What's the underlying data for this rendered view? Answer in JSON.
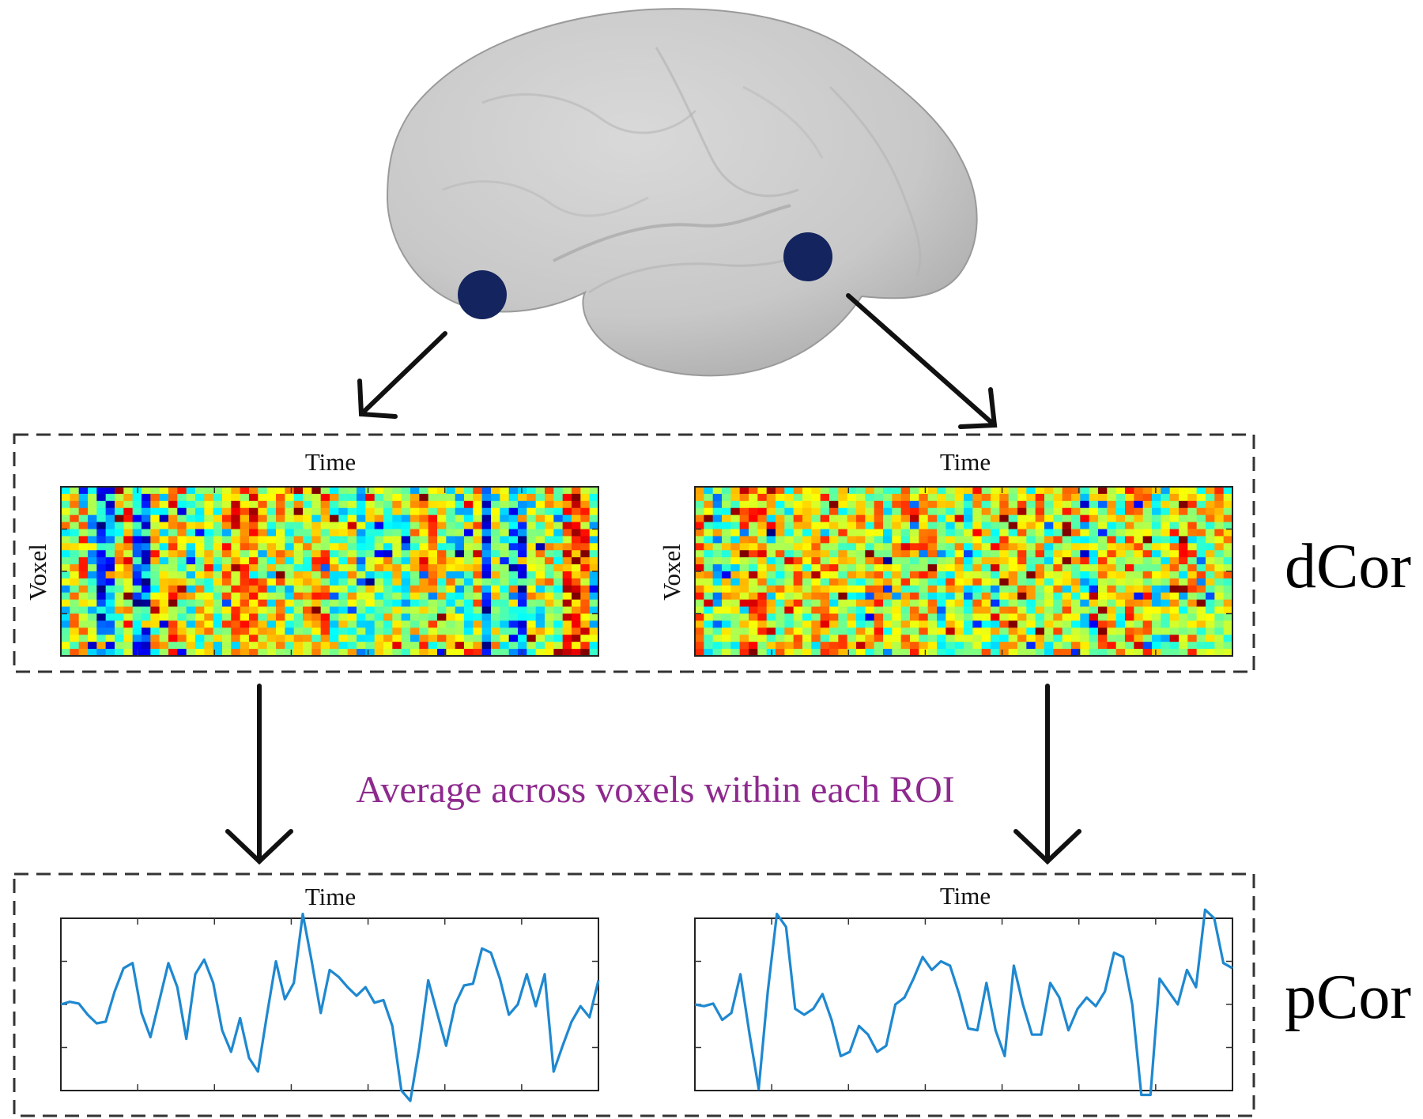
{
  "labels": {
    "time_label": "Time",
    "voxel_label": "Voxel",
    "dcor_label": "dCor",
    "pcor_label": "pCor",
    "average_caption": "Average across voxels within each ROI"
  },
  "colors": {
    "brain": "#c9c9c9",
    "roi_dot": "#13245e",
    "caption": "#8e2a8e",
    "signal_line": "#1e88d0",
    "dashed_box": "#333333",
    "arrow": "#111111"
  },
  "heatmap_colormap": "jet",
  "chart_data": [
    {
      "type": "heatmap",
      "xlabel": "Time",
      "ylabel": "Voxel",
      "columns": 60,
      "rows": 24,
      "description": "voxel-by-time signal matrix, left ROI"
    },
    {
      "type": "heatmap",
      "xlabel": "Time",
      "ylabel": "Voxel",
      "columns": 60,
      "rows": 24,
      "description": "voxel-by-time signal matrix, right ROI"
    },
    {
      "type": "line",
      "xlabel": "Time",
      "ylim": [
        -1,
        1
      ],
      "series": [
        {
          "values": [
            0.0,
            0.03,
            0.01,
            -0.12,
            -0.22,
            -0.2,
            0.15,
            0.42,
            0.48,
            -0.1,
            -0.38,
            0.05,
            0.48,
            0.2,
            -0.4,
            0.35,
            0.52,
            0.25,
            -0.3,
            -0.55,
            -0.16,
            -0.62,
            -0.78,
            -0.12,
            0.5,
            0.06,
            0.25,
            1.05,
            0.5,
            -0.1,
            0.4,
            0.32,
            0.2,
            0.1,
            0.2,
            0.02,
            0.05,
            -0.25,
            -1.0,
            -1.12,
            -0.5,
            0.28,
            -0.1,
            -0.48,
            0.0,
            0.22,
            0.24,
            0.65,
            0.6,
            0.3,
            -0.12,
            0.0,
            0.35,
            -0.02,
            0.35,
            -0.78,
            -0.48,
            -0.2,
            -0.02,
            -0.15,
            0.28
          ]
        }
      ]
    },
    {
      "type": "line",
      "xlabel": "Time",
      "ylim": [
        -1,
        1
      ],
      "series": [
        {
          "values": [
            0.0,
            -0.02,
            0.01,
            -0.18,
            -0.1,
            0.35,
            -0.35,
            -0.98,
            0.15,
            1.05,
            0.9,
            -0.05,
            -0.12,
            -0.05,
            0.12,
            -0.18,
            -0.6,
            -0.55,
            -0.25,
            -0.35,
            -0.55,
            -0.48,
            0.0,
            0.08,
            0.3,
            0.55,
            0.4,
            0.5,
            0.45,
            0.12,
            -0.28,
            -0.3,
            0.25,
            -0.3,
            -0.6,
            0.45,
            0.0,
            -0.35,
            -0.35,
            0.25,
            0.08,
            -0.3,
            -0.05,
            0.08,
            -0.02,
            0.15,
            0.6,
            0.55,
            0.0,
            -1.05,
            -1.05,
            0.3,
            0.15,
            0.0,
            0.4,
            0.2,
            1.1,
            1.0,
            0.48,
            0.42
          ]
        }
      ]
    }
  ]
}
